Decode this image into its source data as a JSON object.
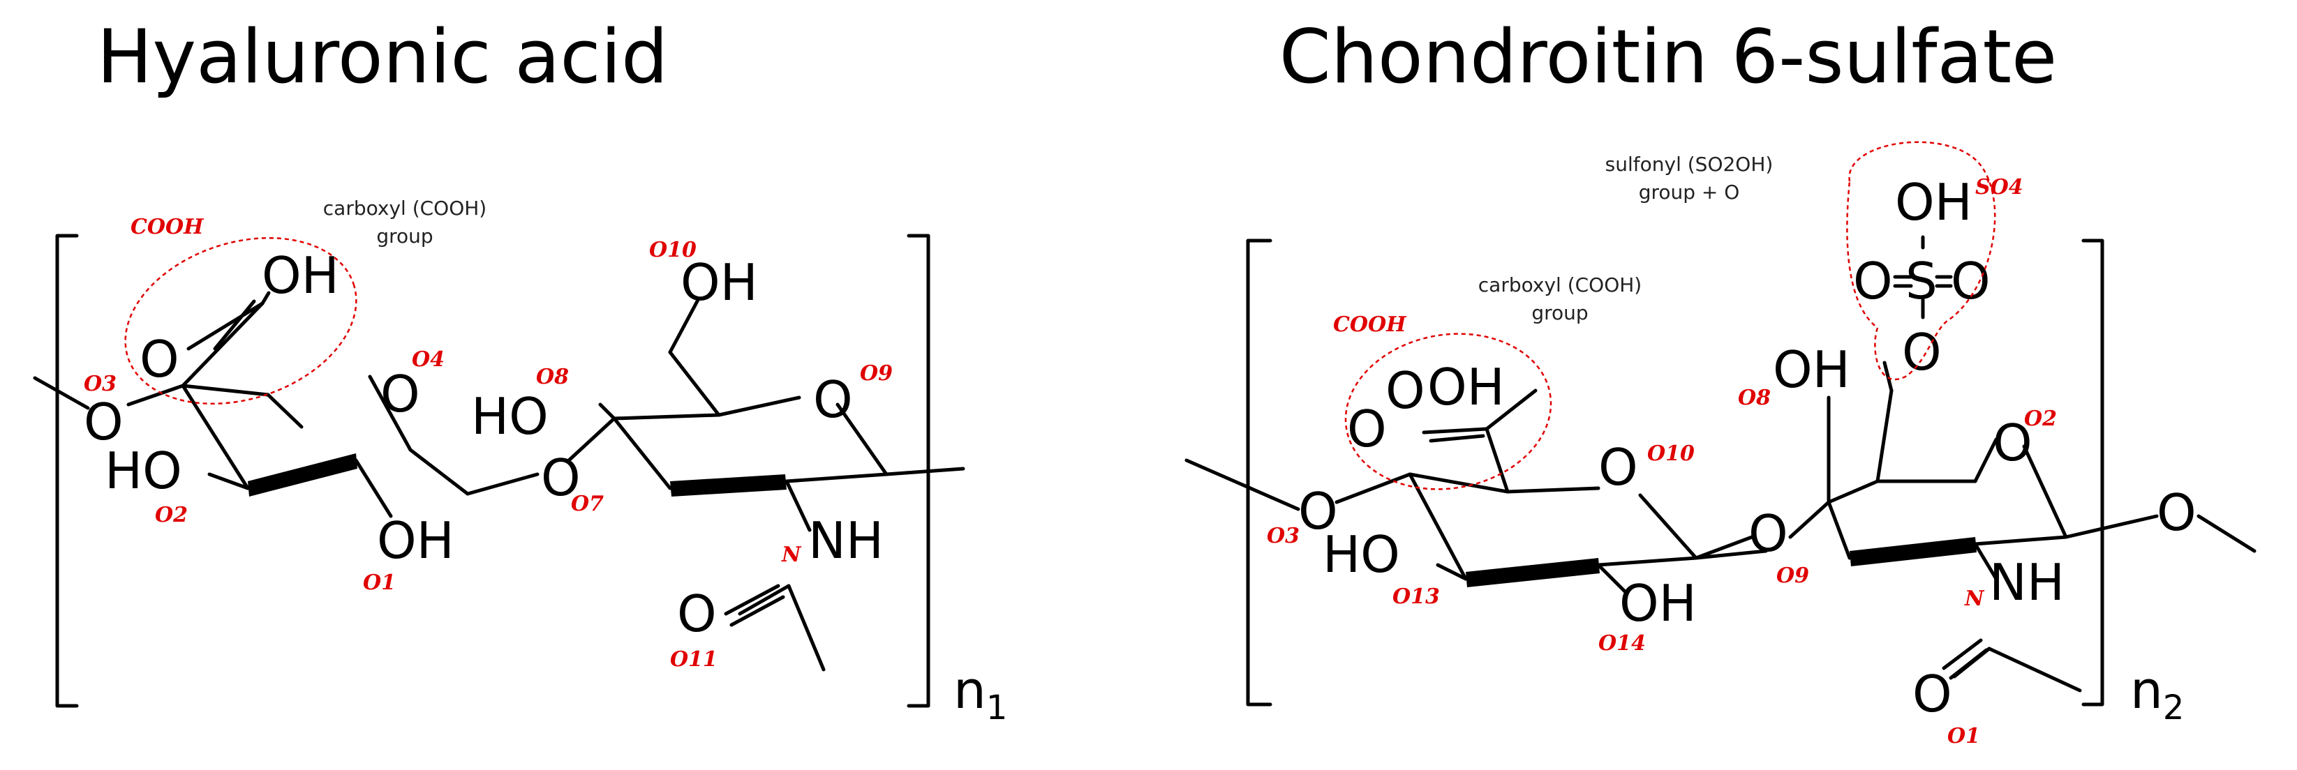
{
  "molecules": [
    {
      "title": "Hyaluronic acid",
      "repeat": "n1",
      "annotation_line1": "carboxyl (COOH)",
      "annotation_line2": "group",
      "labels": [
        "COOH",
        "O3",
        "O4",
        "O2",
        "O1",
        "O7",
        "O8",
        "O9",
        "O10",
        "N",
        "O11"
      ],
      "atoms": [
        "OH",
        "O",
        "O",
        "O",
        "HO",
        "OH",
        "O",
        "HO",
        "OH",
        "O",
        "NH",
        "O"
      ]
    },
    {
      "title": "Chondroitin 6-sulfate",
      "repeat": "n2",
      "annotation_line1": "carboxyl (COOH)",
      "annotation_line2": "group",
      "sulfonyl_line1": "sulfonyl (SO2OH)",
      "sulfonyl_line2": "group + O",
      "labels": [
        "COOH",
        "SO4",
        "O3",
        "O10",
        "O13",
        "O14",
        "O9",
        "O8",
        "O2",
        "N",
        "O1"
      ],
      "atoms": [
        "OH",
        "O",
        "O",
        "O",
        "HO",
        "OH",
        "O",
        "OH",
        "O",
        "S",
        "O",
        "O",
        "O",
        "OH",
        "O",
        "NH",
        "O",
        "O"
      ]
    }
  ]
}
